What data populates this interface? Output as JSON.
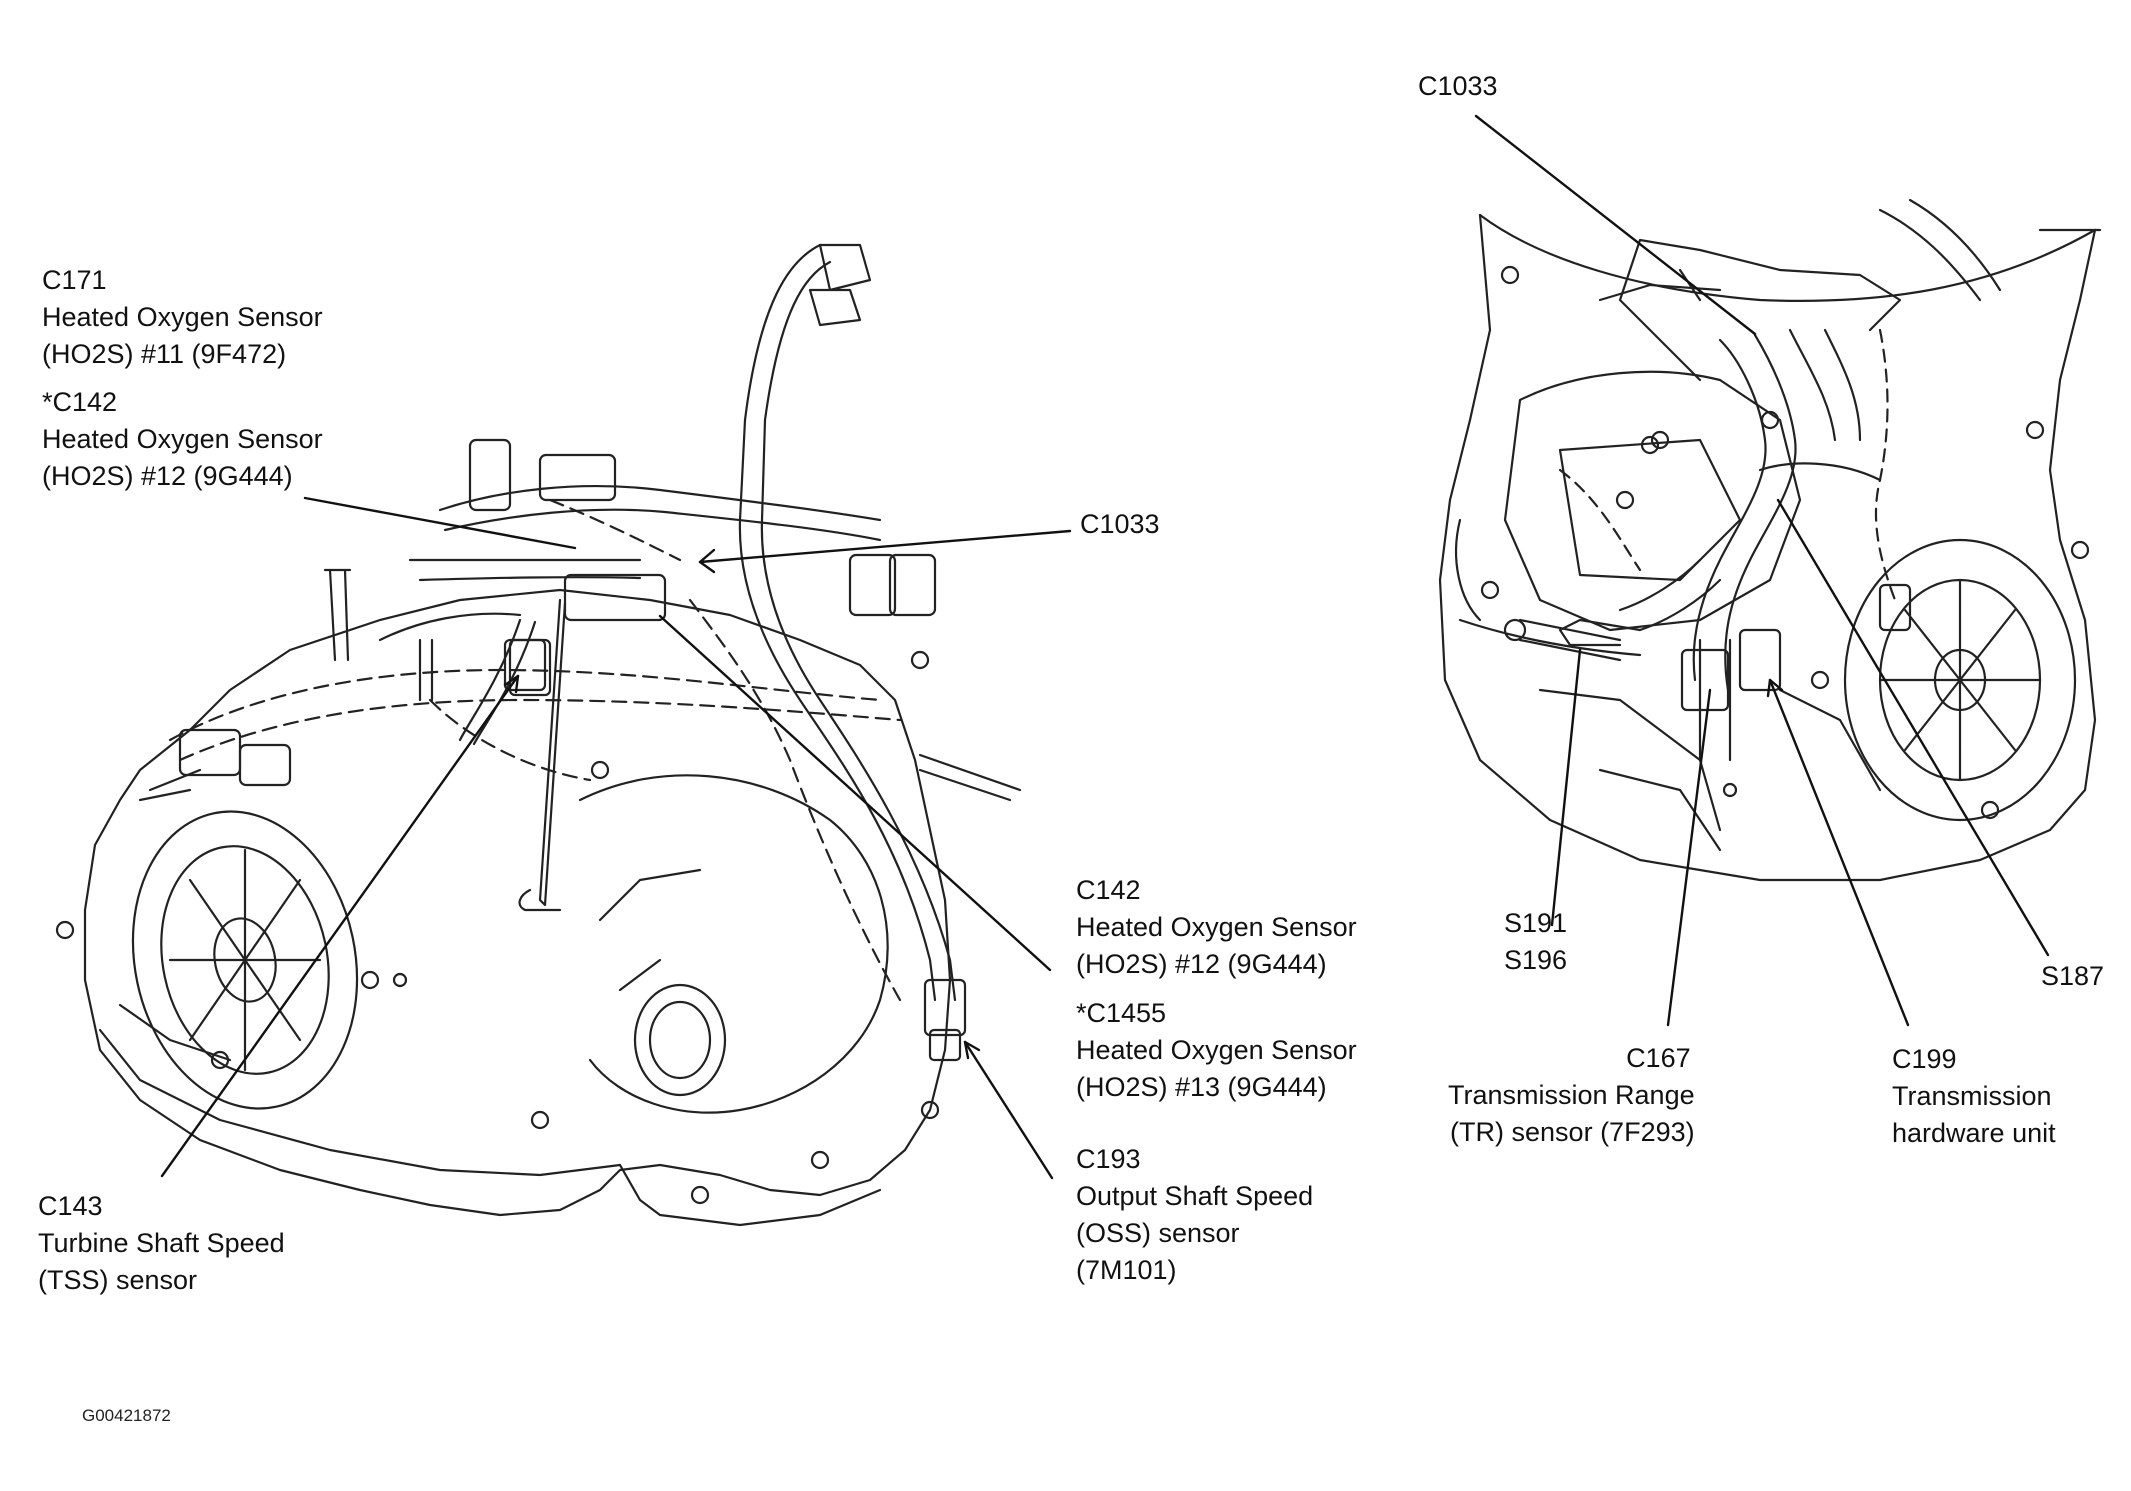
{
  "labels": {
    "c171": [
      "C171",
      "Heated Oxygen Sensor",
      "(HO2S) #11 (9F472)"
    ],
    "c142_star": [
      "*C142",
      "Heated Oxygen Sensor",
      "(HO2S) #12 (9G444)"
    ],
    "c1033_left": [
      "C1033"
    ],
    "c142": [
      "C142",
      "Heated Oxygen Sensor",
      "(HO2S) #12 (9G444)"
    ],
    "c1455": [
      "*C1455",
      "Heated Oxygen Sensor",
      "(HO2S) #13 (9G444)"
    ],
    "c193": [
      "C193",
      "Output Shaft Speed",
      "(OSS) sensor",
      "(7M101)"
    ],
    "c143": [
      "C143",
      "Turbine Shaft Speed",
      "(TSS) sensor"
    ],
    "c1033_right": [
      "C1033"
    ],
    "s191": [
      "S191",
      "S196"
    ],
    "s187": [
      "S187"
    ],
    "c167": [
      "C167",
      "Transmission Range",
      "(TR) sensor (7F293)"
    ],
    "c199": [
      "C199",
      "Transmission",
      "hardware unit"
    ]
  },
  "figure_code": "G00421872",
  "colors": {
    "ink": "#111111",
    "background": "#ffffff"
  }
}
